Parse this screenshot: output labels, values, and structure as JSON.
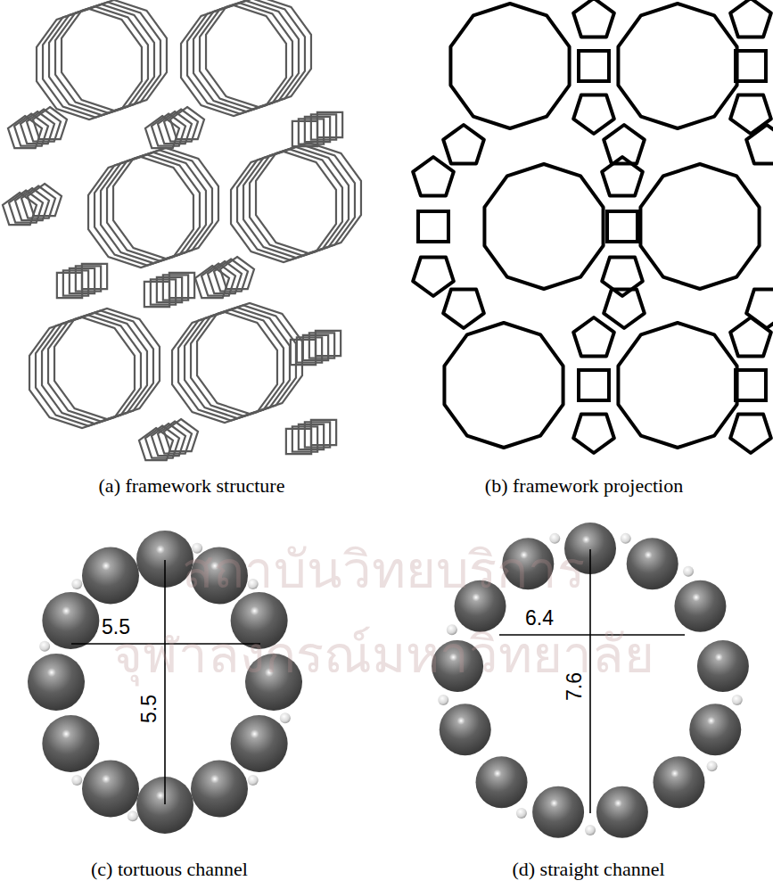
{
  "diagram": {
    "labels": [
      "(a) framework structure",
      "(b) framework projection",
      "(c) tortuous channel",
      "(d) straight channel",
      "5.5",
      "5.5",
      "6.4",
      "7.6",
      "สถาบันวิทยบริการ",
      "จุฬาลงกรณ์มหาวิทยาลัย"
    ]
  }
}
